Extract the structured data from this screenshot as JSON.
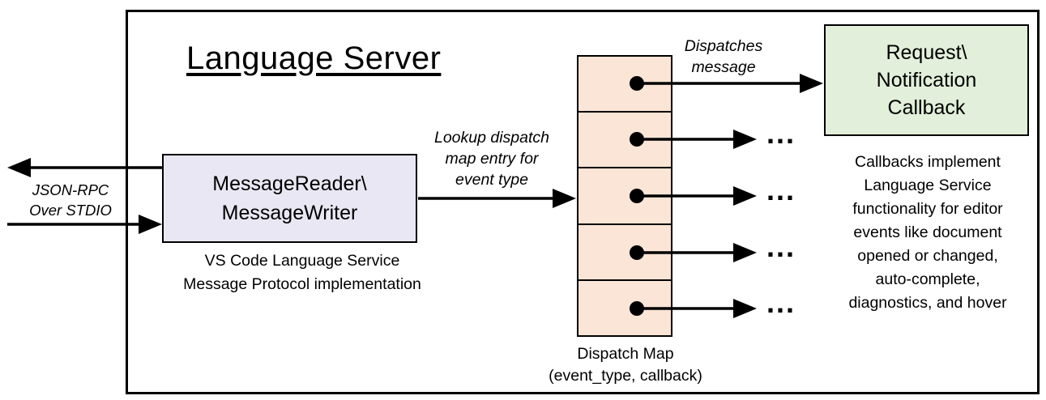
{
  "colors": {
    "message_box_fill": "#e8e7f3",
    "dispatch_cell_fill": "#fbe5d6",
    "callback_box_fill": "#e2efda",
    "line": "#000000",
    "background": "#ffffff"
  },
  "title": "Language Server",
  "stdio": {
    "label": "JSON-RPC\nOver STDIO"
  },
  "message_box": {
    "label": "MessageReader\\\nMessageWriter",
    "caption": "VS Code Language Service\nMessage Protocol implementation"
  },
  "lookup_label": "Lookup dispatch\nmap entry for\nevent type",
  "dispatch_map": {
    "caption": "Dispatch Map\n(event_type, callback)",
    "cell_count": 5
  },
  "dispatches_label": "Dispatches\nmessage",
  "callback_box": {
    "label": "Request\\\nNotification\nCallback"
  },
  "callbacks_note": "Callbacks implement\nLanguage Service\nfunctionality for editor\nevents like document\nopened or changed,\nauto-complete,\ndiagnostics, and hover",
  "ellipsis": "..."
}
